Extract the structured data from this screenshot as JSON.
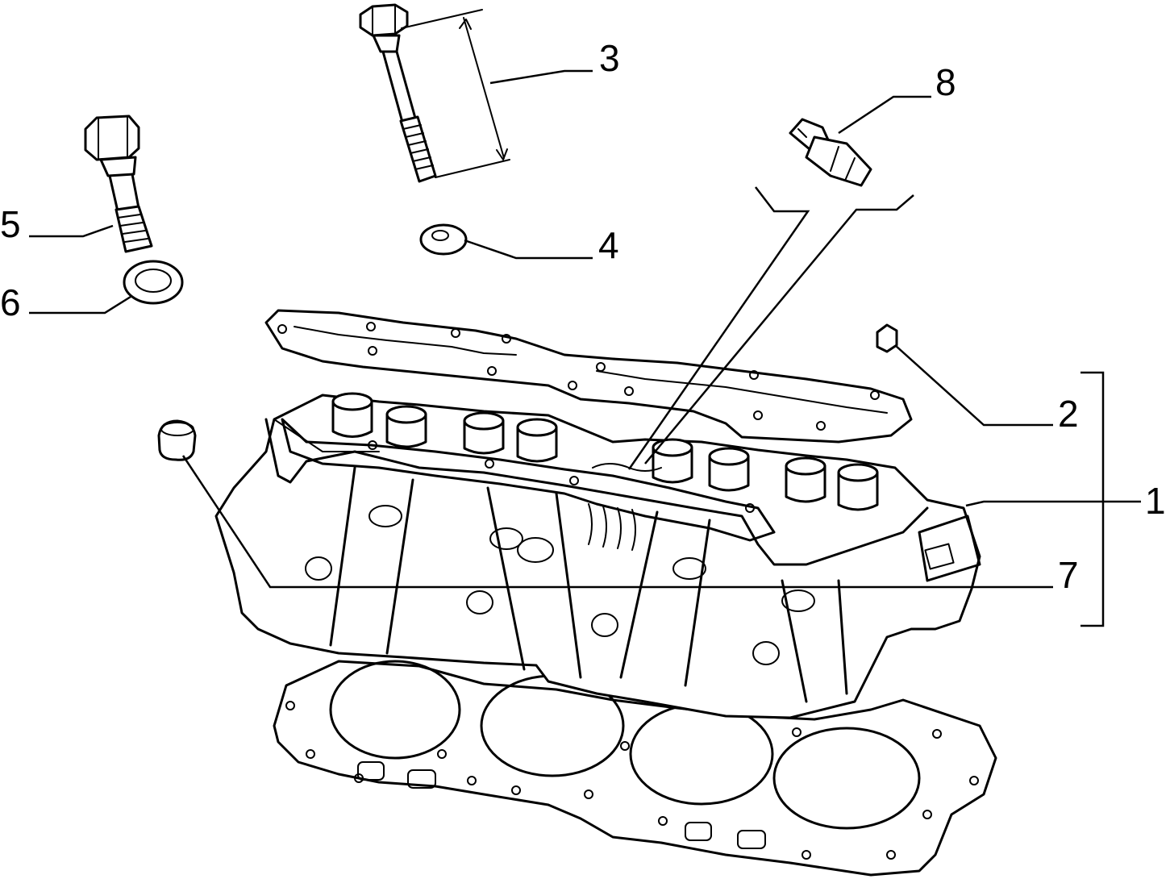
{
  "callouts": [
    {
      "id": "1",
      "label": "1"
    },
    {
      "id": "2",
      "label": "2"
    },
    {
      "id": "3",
      "label": "3"
    },
    {
      "id": "4",
      "label": "4"
    },
    {
      "id": "5",
      "label": "5"
    },
    {
      "id": "6",
      "label": "6"
    },
    {
      "id": "7",
      "label": "7"
    },
    {
      "id": "8",
      "label": "8"
    }
  ],
  "parts": [
    {
      "callout": "1",
      "icon": "cylinder-head-icon"
    },
    {
      "callout": "2",
      "icon": "small-plug-icon"
    },
    {
      "callout": "3",
      "icon": "long-head-bolt-icon"
    },
    {
      "callout": "4",
      "icon": "washer-icon"
    },
    {
      "callout": "5",
      "icon": "short-bolt-icon"
    },
    {
      "callout": "6",
      "icon": "sealing-ring-icon"
    },
    {
      "callout": "7",
      "icon": "core-plug-icon"
    },
    {
      "callout": "8",
      "icon": "sensor-switch-icon"
    }
  ]
}
